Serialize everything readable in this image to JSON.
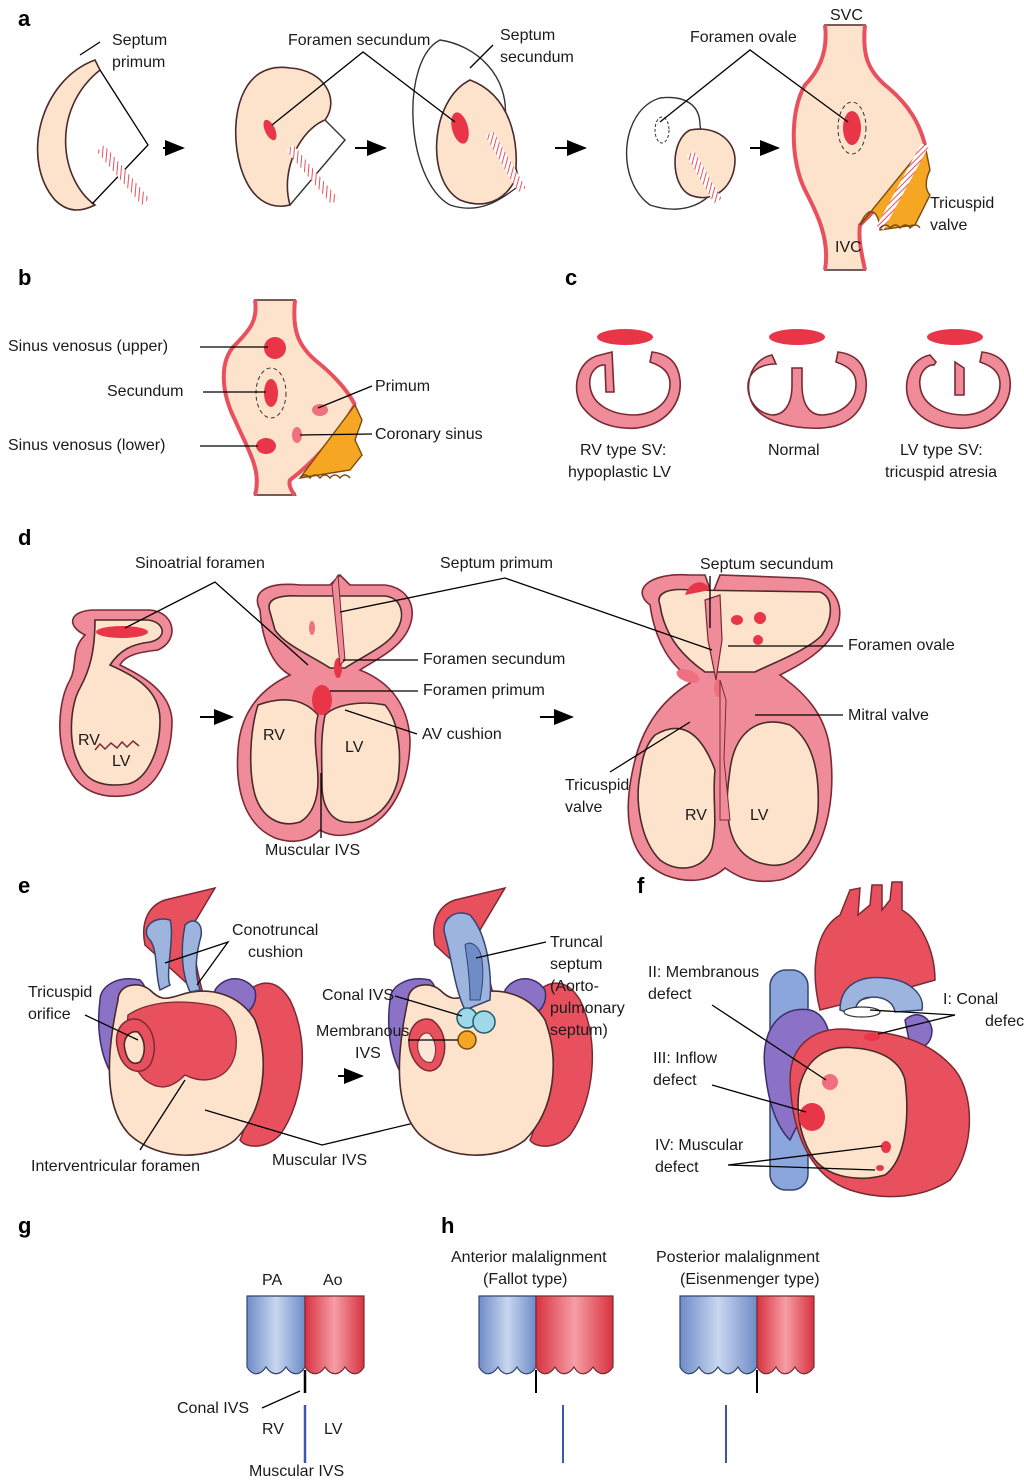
{
  "panels": {
    "a": {
      "letter": "a",
      "septum_primum": [
        "Septum",
        "primum"
      ],
      "foramen_secundum": "Foramen secundum",
      "septum_secundum": [
        "Septum",
        "secundum"
      ],
      "foramen_ovale": "Foramen ovale",
      "svc": "SVC",
      "ivc": "IVC",
      "tricuspid_valve": [
        "Tricuspid",
        "valve"
      ]
    },
    "b": {
      "letter": "b",
      "sinus_upper": "Sinus venosus (upper)",
      "secundum": "Secundum",
      "sinus_lower": "Sinus venosus (lower)",
      "primum": "Primum",
      "coronary_sinus": "Coronary sinus"
    },
    "c": {
      "letter": "c",
      "rv_type": [
        "RV type SV:",
        "hypoplastic LV"
      ],
      "normal": "Normal",
      "lv_type": [
        "LV type SV:",
        "tricuspid atresia"
      ]
    },
    "d": {
      "letter": "d",
      "sinoatrial_foramen": "Sinoatrial foramen",
      "septum_primum": "Septum primum",
      "septum_secundum": "Septum secundum",
      "foramen_secundum": "Foramen secundum",
      "foramen_primum": "Foramen primum",
      "av_cushion": "AV cushion",
      "foramen_ovale": "Foramen ovale",
      "mitral_valve": "Mitral valve",
      "tricuspid_valve": [
        "Tricuspid",
        "valve"
      ],
      "muscular_ivs": "Muscular IVS",
      "rv": "RV",
      "lv": "LV"
    },
    "e": {
      "letter": "e",
      "conotruncal_cushion": [
        "Conotruncal",
        "cushion"
      ],
      "tricuspid_orifice": [
        "Tricuspid",
        "orifice"
      ],
      "interventricular_foramen": "Interventricular foramen",
      "muscular_ivs": "Muscular IVS",
      "conal_ivs": "Conal IVS",
      "membranous_ivs": [
        "Membranous",
        "IVS"
      ],
      "truncal_septum": [
        "Truncal",
        "septum",
        "(Aorto-",
        "pulmonary",
        "septum)"
      ]
    },
    "f": {
      "letter": "f",
      "membranous_defect": [
        "II: Membranous",
        "defect"
      ],
      "conal_defect": [
        "I: Conal",
        "defect"
      ],
      "inflow_defect": [
        "III: Inflow",
        "defect"
      ],
      "muscular_defect": [
        "IV: Muscular",
        "defect"
      ]
    },
    "g": {
      "letter": "g",
      "pa": "PA",
      "ao": "Ao",
      "conal_ivs": "Conal IVS",
      "rv": "RV",
      "lv": "LV",
      "muscular_ivs": "Muscular IVS"
    },
    "h": {
      "letter": "h",
      "anterior": [
        "Anterior malalignment",
        "(Fallot type)"
      ],
      "posterior": [
        "Posterior malalignment",
        "(Eisenmenger type)"
      ]
    }
  },
  "colors": {
    "tissue": "#fde3cc",
    "wall": "#f08c99",
    "hole": "#e83548",
    "valve": "#f5a623",
    "pulmonary": "#9db4de",
    "aorta": "#e8505e",
    "cushion": "#8c72c6",
    "ivs_line": "#3b55b0"
  }
}
